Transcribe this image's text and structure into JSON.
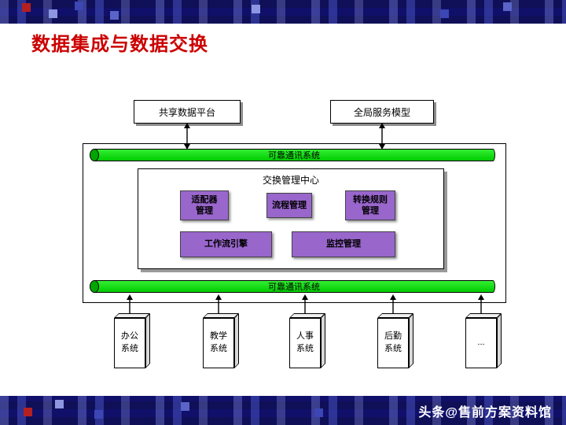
{
  "header": {
    "title": "数据集成与数据交换"
  },
  "diagram": {
    "platforms": [
      {
        "label": "共享数据平台"
      },
      {
        "label": "全局服务模型"
      }
    ],
    "bus": {
      "top": "可靠通讯系统",
      "bottom": "可靠通讯系统"
    },
    "center": {
      "title": "交换管理中心",
      "row1": [
        "适配器管理",
        "流程管理",
        "转换规则管理"
      ],
      "row2": [
        "工作流引擎",
        "监控管理"
      ]
    },
    "systems": [
      "办公系统",
      "教学系统",
      "人事系统",
      "后勤系统",
      "..."
    ]
  },
  "footer": {
    "watermark": "头条@售前方案资料馆"
  },
  "colors": {
    "title_red": "#cc0000",
    "bus_green": "#00cc00",
    "module_purple": "#9966cc",
    "band_navy": "#10106a"
  }
}
